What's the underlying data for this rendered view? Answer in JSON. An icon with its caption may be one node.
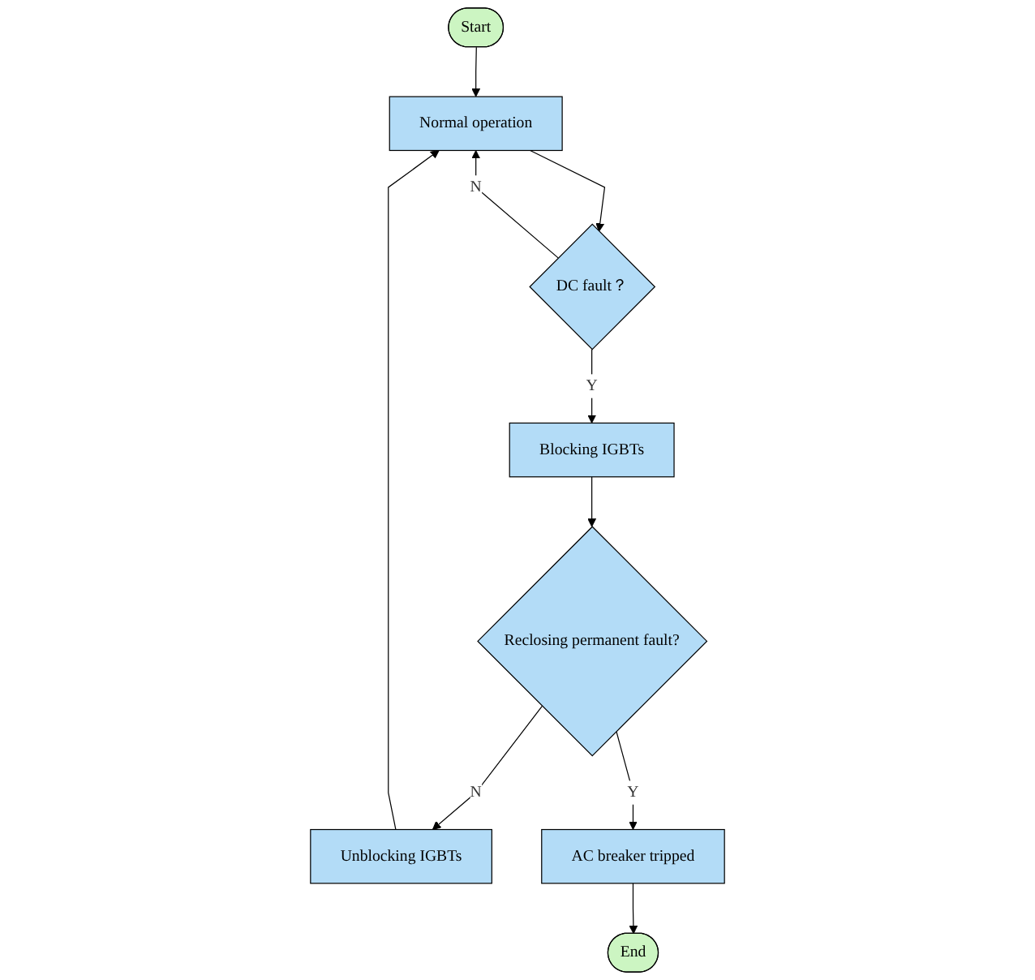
{
  "diagram": {
    "nodes": [
      {
        "text": [
          "Start"
        ]
      },
      {
        "text": [
          "Normal operation"
        ]
      },
      {
        "text": [
          "Unblocking IGBTs"
        ]
      },
      {
        "text": [
          "DC fault？"
        ]
      },
      {
        "text": [
          "Blocking IGBTs"
        ]
      },
      {
        "text": [
          "Reclosing permanent fault?"
        ]
      },
      {
        "text": [
          "AC breaker tripped"
        ]
      },
      {
        "text": [
          "End"
        ]
      }
    ],
    "edges": [
      {
        "from": 0,
        "to": 1,
        "arrow": "to"
      },
      {
        "from": 1,
        "to": 3,
        "arrow": "to"
      },
      {
        "from": 3,
        "to": 1,
        "arrow": "to",
        "label": "N"
      },
      {
        "from": 3,
        "to": 4,
        "arrow": "to",
        "label": "Y"
      },
      {
        "from": 4,
        "to": 5,
        "arrow": "to"
      },
      {
        "from": 5,
        "to": 2,
        "arrow": "to",
        "label": "N"
      },
      {
        "from": 2,
        "to": 1,
        "arrow": "to"
      },
      {
        "from": 5,
        "to": 6,
        "arrow": "to",
        "label": "Y"
      },
      {
        "from": 6,
        "to": 7,
        "arrow": "to"
      }
    ]
  }
}
